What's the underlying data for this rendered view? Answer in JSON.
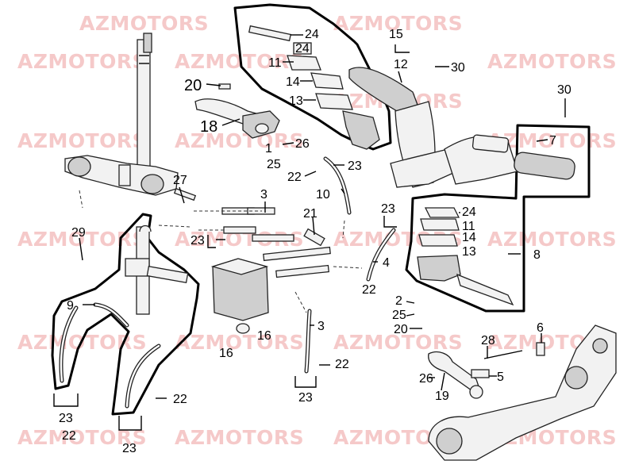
{
  "watermark": "AZMOTORS",
  "colors": {
    "watermark": "#f5c9c9",
    "lines": "#000000",
    "background": "#ffffff"
  },
  "callouts": {
    "c20": "20",
    "c18": "18",
    "c24a": "24",
    "c24b": "24",
    "c11a": "11",
    "c14a": "14",
    "c13a": "13",
    "c15": "15",
    "c12": "12",
    "c30a": "30",
    "c30b": "30",
    "c7": "7",
    "c26a": "26",
    "c1": "1",
    "c25a": "25",
    "c22a": "22",
    "c23a": "23",
    "c27": "27",
    "c10": "10",
    "c3a": "3",
    "c21": "21",
    "c23b": "23",
    "c23c": "23",
    "c24c": "24",
    "c11b": "11",
    "c14b": "14",
    "c13b": "13",
    "c8": "8",
    "c29": "29",
    "c4": "4",
    "c22b": "22",
    "c9": "9",
    "c16a": "16",
    "c16b": "16",
    "c2": "2",
    "c25b": "25",
    "c20b": "20",
    "c6": "6",
    "c3b": "3",
    "c28": "28",
    "c22c": "22",
    "c26b": "26",
    "c5": "5",
    "c19": "19",
    "c23d": "23",
    "c23e": "23",
    "c22d": "22",
    "c22e": "22",
    "c23f": "23"
  }
}
